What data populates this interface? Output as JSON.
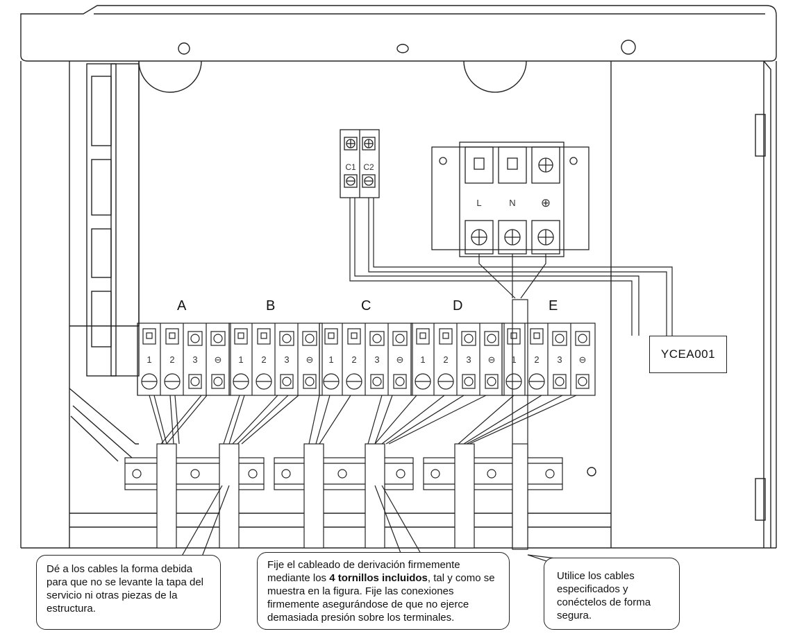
{
  "group_labels": [
    "A",
    "B",
    "C",
    "D",
    "E"
  ],
  "terminal_numbers": [
    "1",
    "2",
    "3"
  ],
  "ground_symbol": "⊖",
  "c_terminal_labels": [
    "C1",
    "C2"
  ],
  "power_terminal_labels": [
    "L",
    "N",
    "⊕"
  ],
  "device_label": "YCEA001",
  "callouts": {
    "left": "Dé a los cables la forma debida para que no se levante la tapa del servicio ni otras piezas de la estructura.",
    "middle_before": "Fije el cableado de derivación firmemente mediante los ",
    "middle_bold": "4 tornillos incluidos",
    "middle_after": ", tal y como se muestra en la figura. Fije las conexiones firmemente asegurándose de que no ejerce demasiada presión sobre los terminales.",
    "right": "Utilice los cables especificados y conéctelos de forma segura."
  }
}
